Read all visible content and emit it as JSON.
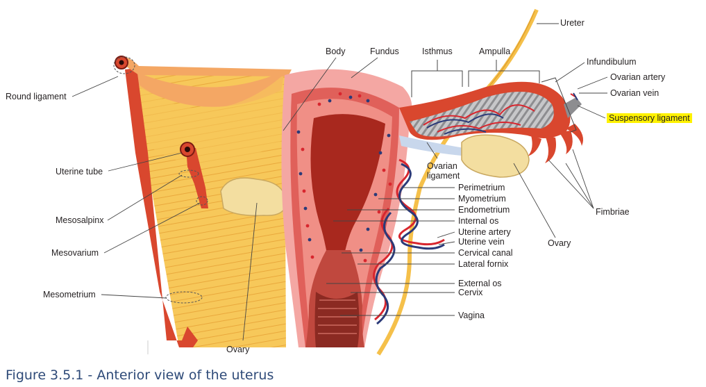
{
  "caption": "Figure 3.5.1 - Anterior view of the uterus",
  "labels": {
    "round_ligament": "Round ligament",
    "uterine_tube": "Uterine tube",
    "mesosalpinx": "Mesosalpinx",
    "mesovarium": "Mesovarium",
    "mesometrium": "Mesometrium",
    "ovary_left": "Ovary",
    "body": "Body",
    "fundus": "Fundus",
    "isthmus": "Isthmus",
    "ampulla": "Ampulla",
    "ureter": "Ureter",
    "infundibulum": "Infundibulum",
    "ovarian_artery": "Ovarian artery",
    "ovarian_vein": "Ovarian vein",
    "suspensory_ligament": "Suspensory ligament",
    "ovarian_ligament": "Ovarian\nligament",
    "perimetrium": "Perimetrium",
    "myometrium": "Myometrium",
    "endometrium": "Endometrium",
    "internal_os": "Internal os",
    "uterine_artery": "Uterine artery",
    "uterine_vein": "Uterine vein",
    "cervical_canal": "Cervical canal",
    "lateral_fornix": "Lateral fornix",
    "external_os": "External os",
    "cervix": "Cervix",
    "vagina": "Vagina",
    "fimbriae": "Fimbriae",
    "ovary_right": "Ovary"
  },
  "colors": {
    "ligament_yellow": "#f7c85a",
    "ligament_orange": "#f4a764",
    "tube_red": "#d9472e",
    "uterus_pink": "#f4a7a3",
    "myometrium_red": "#e0605a",
    "cavity_dark": "#a8281e",
    "ovary_tan": "#f3dea0",
    "artery": "#d8262e",
    "vein": "#2b3a78",
    "ureter": "#f5c04a",
    "highlight": "#fff200",
    "caption": "#2e4a78"
  }
}
